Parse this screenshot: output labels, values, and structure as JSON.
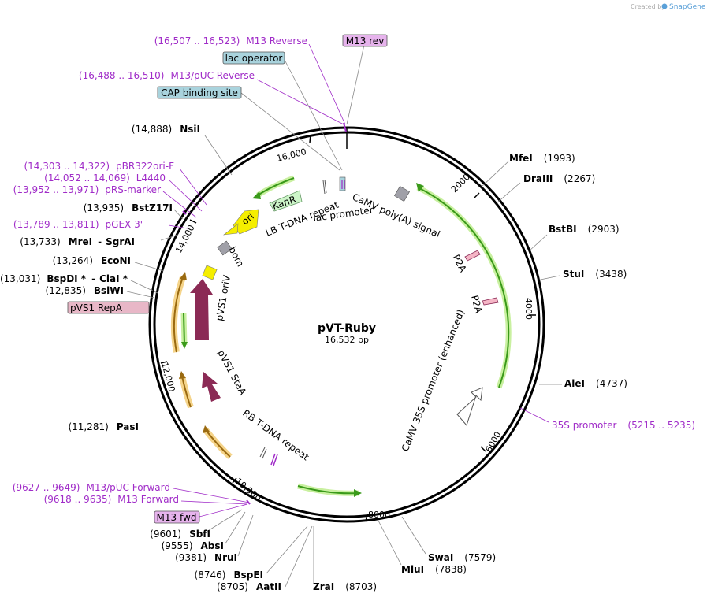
{
  "brand": {
    "created_by": "Created by",
    "app": "SnapGene"
  },
  "plasmid": {
    "name": "pVT-Ruby",
    "size": "16,532 bp"
  },
  "ticks": [
    "2000",
    "4000",
    "6000",
    "8000",
    "10,000",
    "12,000",
    "14,000",
    "16,000"
  ],
  "boxed_labels": {
    "m13_rev": "M13 rev",
    "lac_operator": "lac operator",
    "cap_binding_site": "CAP binding site",
    "pvs1_repa": "pVS1 RepA",
    "m13_fwd": "M13 fwd"
  },
  "primers": [
    {
      "range": "(16,507 .. 16,523)",
      "name": "M13 Reverse"
    },
    {
      "range": "(16,488 .. 16,510)",
      "name": "M13/pUC Reverse"
    },
    {
      "range": "(14,303 .. 14,322)",
      "name": "pBR322ori-F"
    },
    {
      "range": "(14,052 .. 14,069)",
      "name": "L4440"
    },
    {
      "range": "(13,952 .. 13,971)",
      "name": "pRS-marker"
    },
    {
      "range": "(13,789 .. 13,811)",
      "name": "pGEX 3'"
    },
    {
      "range": "(9627 .. 9649)",
      "name": "M13/pUC Forward"
    },
    {
      "range": "(9618 .. 9635)",
      "name": "M13 Forward"
    },
    {
      "range": "(5215 .. 5235)",
      "name": "35S promoter"
    }
  ],
  "sites_left": [
    {
      "pos": "(14,888)",
      "name": "NsiI"
    },
    {
      "pos": "(13,935)",
      "name": "BstZ17I"
    },
    {
      "pos": "(13,733)",
      "name": "MreI",
      "sep": "-",
      "name2": "SgrAI"
    },
    {
      "pos": "(13,264)",
      "name": "EcoNI"
    },
    {
      "pos": "(13,031)",
      "name": "BspDI *",
      "sep": "-",
      "name2": "ClaI *"
    },
    {
      "pos": "(12,835)",
      "name": "BsiWI"
    },
    {
      "pos": "(11,281)",
      "name": "PasI"
    },
    {
      "pos": "(9601)",
      "name": "SbfI"
    },
    {
      "pos": "(9555)",
      "name": "AbsI"
    },
    {
      "pos": "(9381)",
      "name": "NruI"
    },
    {
      "pos": "(8746)",
      "name": "BspEI"
    },
    {
      "pos": "(8705)",
      "name": "AatII"
    },
    {
      "pos": "(8703)",
      "name": "ZraI"
    },
    {
      "pos": "(7838)",
      "name": "MluI"
    }
  ],
  "sites_right": [
    {
      "name": "MfeI",
      "pos": "(1993)"
    },
    {
      "name": "DraIII",
      "pos": "(2267)"
    },
    {
      "name": "BstBI",
      "pos": "(2903)"
    },
    {
      "name": "StuI",
      "pos": "(3438)"
    },
    {
      "name": "AleI",
      "pos": "(4737)"
    },
    {
      "name": "SwaI",
      "pos": "(7579)"
    }
  ],
  "features": {
    "kanr": "KanR",
    "ori": "ori",
    "lb_tdna": "LB T-DNA repeat",
    "lac_promoter": "lac promoter",
    "camv_polya": "CaMV poly(A) signal",
    "bom": "bom",
    "pvs1_oriv": "pVS1 oriV",
    "pvs1_sta": "pVS1 StaA",
    "rb_tdna": "RB T-DNA repeat",
    "p2a_1": "P2A",
    "p2a_2": "P2A",
    "camv_35s": "CaMV 35S promoter (enhanced)"
  },
  "colors": {
    "primer": "#a02cc8",
    "cds_green": "#3a9a1a",
    "cds_glow": "#c9f0a0",
    "orange": "#e8a020",
    "maroon": "#8b2a55",
    "ori_yellow": "#f5ee00",
    "kanr_fill": "#cdf5c9",
    "m13_box": "#e6b3ec",
    "blue_box": "#a9d3dd",
    "repa_box": "#e8b7c7"
  }
}
